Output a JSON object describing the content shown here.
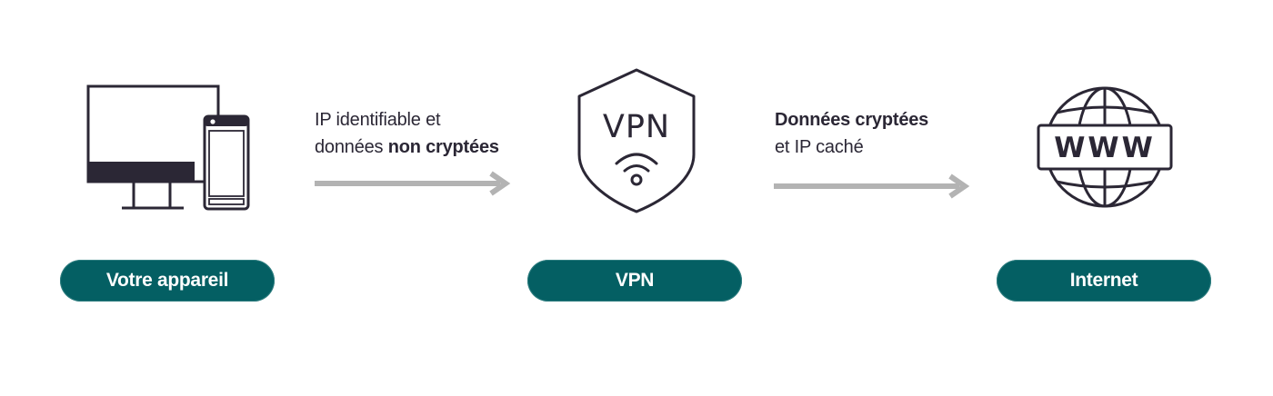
{
  "nodes": {
    "device": {
      "label": "Votre appareil"
    },
    "vpn": {
      "label": "VPN",
      "shield_text": "VPN"
    },
    "internet": {
      "label": "Internet",
      "globe_text": "WWW"
    }
  },
  "links": {
    "device_to_vpn": {
      "line1": "IP identifiable et",
      "line2_prefix": "données",
      "line2_bold": "non cryptées"
    },
    "vpn_to_internet": {
      "line1_bold": "Données cryptées",
      "line2": "et IP caché"
    }
  },
  "colors": {
    "pill": "#045f63",
    "arrow": "#b3b3b3",
    "icon": "#2b2735"
  }
}
